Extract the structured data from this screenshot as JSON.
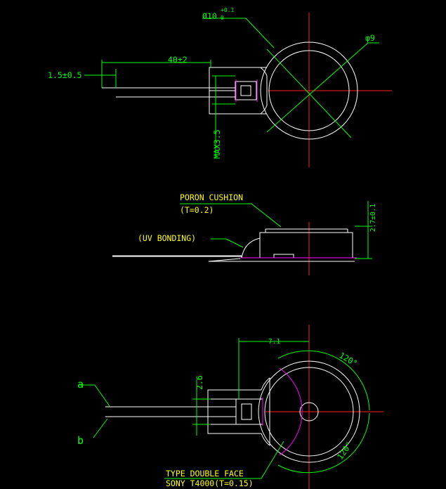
{
  "colors": {
    "background": "#000000",
    "outline": "#ffffff",
    "center_line": "#ff2020",
    "dimension": "#00ff00",
    "accent": "#ff00ff",
    "callout": "#ffff00"
  },
  "view_top": {
    "dim_diameter_main": "Ø10",
    "dim_diameter_tol": "+0.1",
    "dim_diameter_tol2": "0",
    "dim_phi9": "φ9",
    "dim_length": "40±2",
    "dim_strip": "1.5±0.5",
    "dim_max_height": "MAX3.5"
  },
  "view_side": {
    "poron_label": "PORON CUSHION",
    "poron_thickness": "(T=0.2)",
    "uv_label": "(UV BONDING)",
    "height_dim": "2.7±0.1"
  },
  "view_bottom": {
    "dim_offset": "7.1",
    "dim_gap": "2.6",
    "angle_top": "120°",
    "angle_bottom": "120°",
    "wire_a": "a",
    "wire_b": "b",
    "tape_line1": "TYPE DOUBLE FACE",
    "tape_line2": "SONY T4000(T=0.15)"
  }
}
